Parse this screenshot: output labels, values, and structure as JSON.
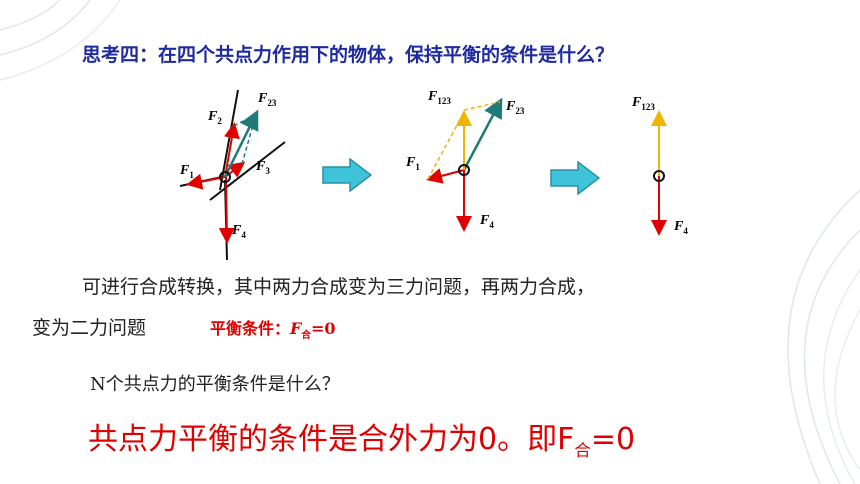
{
  "heading": "思考四：在四个共点力作用下的物体，保持平衡的条件是什么？",
  "labels": {
    "F": "F",
    "sub1": "1",
    "sub2": "2",
    "sub3": "3",
    "sub4": "4",
    "sub23": "23",
    "sub123": "123",
    "he": "合"
  },
  "paragraph": {
    "line1": "可进行合成转换，其中两力合成变为三力问题，再两力合成，",
    "line2": "变为二力问题",
    "equilibrium_label": "平衡条件：",
    "eq_tail": "=0"
  },
  "question": "N个共点力的平衡条件是什么？",
  "conclusion": {
    "text": "共点力平衡的条件是合外力为0。即F",
    "tail": "=0"
  },
  "colors": {
    "heading": "#1f2a9e",
    "red_force": "#e00000",
    "teal_force": "#1f7a7a",
    "yellow_force": "#f0b400",
    "arrow_fill": "#3fc3d8"
  }
}
